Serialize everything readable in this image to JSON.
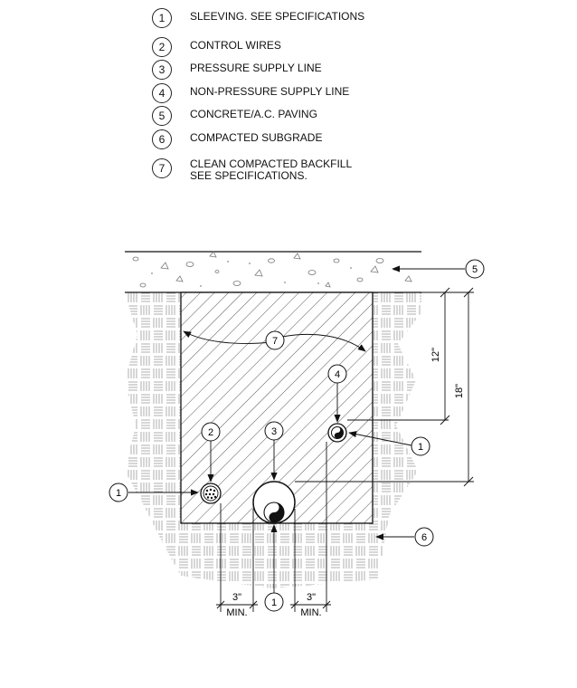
{
  "legend": [
    {
      "num": "1",
      "lines": [
        "SLEEVING. SEE SPECIFICATIONS"
      ]
    },
    {
      "num": "2",
      "lines": [
        "CONTROL WIRES"
      ]
    },
    {
      "num": "3",
      "lines": [
        "PRESSURE SUPPLY LINE"
      ]
    },
    {
      "num": "4",
      "lines": [
        "NON-PRESSURE SUPPLY LINE"
      ]
    },
    {
      "num": "5",
      "lines": [
        "CONCRETE/A.C. PAVING"
      ]
    },
    {
      "num": "6",
      "lines": [
        "COMPACTED SUBGRADE"
      ]
    },
    {
      "num": "7",
      "lines": [
        "CLEAN COMPACTED BACKFILL",
        "SEE SPECIFICATIONS."
      ]
    }
  ],
  "callouts": {
    "sleeve_left": "1",
    "control_wires": "2",
    "pressure_line": "3",
    "non_pressure_line": "4",
    "paving": "5",
    "subgrade": "6",
    "backfill": "7",
    "sleeve_right": "1",
    "sleeve_bottom": "1"
  },
  "dimensions": {
    "depth_top": "12\"",
    "depth_total": "18\"",
    "clear_left": "3\"",
    "clear_left_note": "MIN.",
    "clear_right": "3\"",
    "clear_right_note": "MIN."
  }
}
